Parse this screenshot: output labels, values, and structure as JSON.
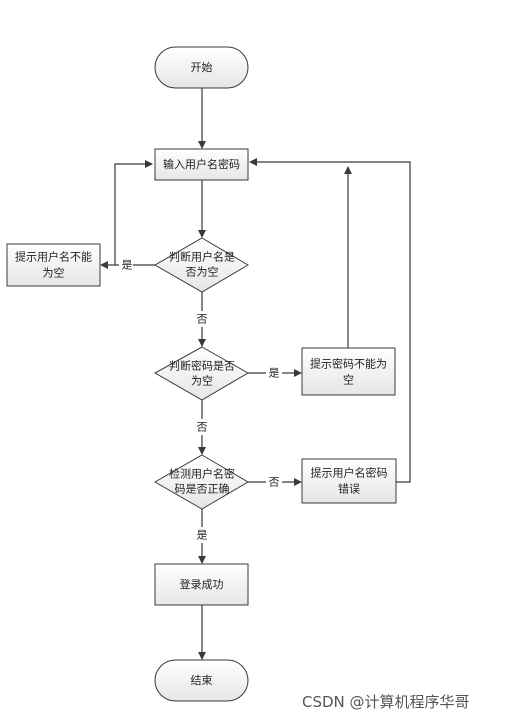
{
  "nodes": {
    "start": "开始",
    "input": "输入用户名密码",
    "check_user": [
      "判断用户名是",
      "否为空"
    ],
    "tip_user": [
      "提示用户名不能",
      "为空"
    ],
    "check_pwd": [
      "判断密码是否",
      "为空"
    ],
    "tip_pwd": [
      "提示密码不能为",
      "空"
    ],
    "check_match": [
      "检测用户名密",
      "码是否正确"
    ],
    "tip_wrong": [
      "提示用户名密码",
      "错误"
    ],
    "success": "登录成功",
    "end": "结束"
  },
  "edges": {
    "yes": "是",
    "no": "否"
  },
  "watermark": "CSDN @计算机程序华哥"
}
